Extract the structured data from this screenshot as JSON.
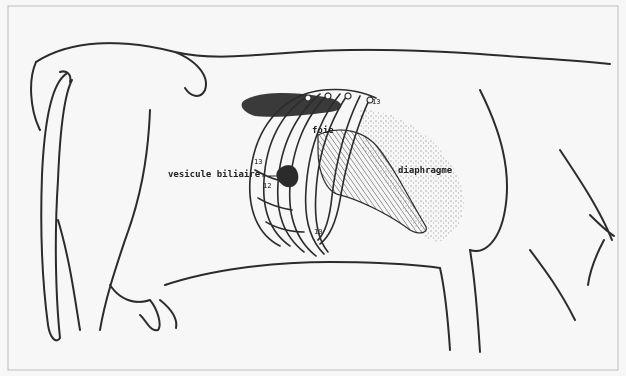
{
  "figure": {
    "labels": {
      "vesicle": "vesicule biliaire",
      "liver": "foie",
      "diaphragm": "diaphragme"
    },
    "rib_numbers": {
      "top": "13",
      "left_upper": "13",
      "left_lower": "12",
      "bottom": "10"
    },
    "colors": {
      "outline": "#2b2b2b",
      "liver_dark": "#3a3a3a",
      "hatch": "#555555",
      "stipple": "#8a8a8a",
      "background": "#f7f7f7"
    }
  }
}
